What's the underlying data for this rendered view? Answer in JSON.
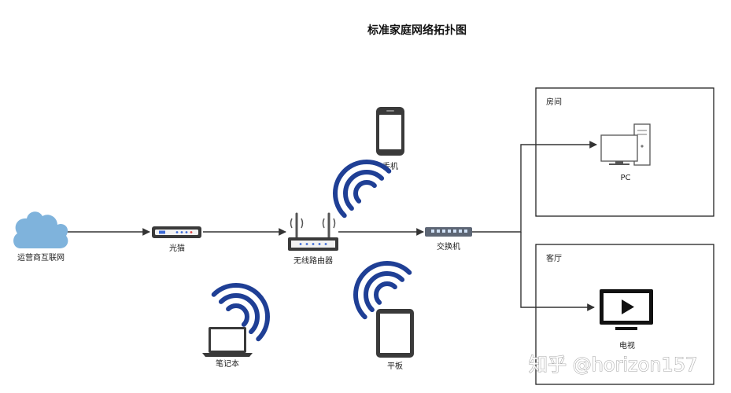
{
  "diagram": {
    "title": "标准家庭网络拓扑图",
    "nodes": {
      "isp": "运营商互联网",
      "modem": "光猫",
      "router": "无线路由器",
      "switch": "交换机",
      "phone": "手机",
      "laptop": "笔记本",
      "tablet": "平板",
      "pc": "PC",
      "tv": "电视"
    },
    "rooms": {
      "room1": "房间",
      "room2": "客厅"
    },
    "edges": [
      {
        "from": "isp",
        "to": "modem"
      },
      {
        "from": "modem",
        "to": "router"
      },
      {
        "from": "router",
        "to": "switch"
      },
      {
        "from": "switch",
        "to": "pc"
      },
      {
        "from": "switch",
        "to": "tv"
      }
    ],
    "wireless_links": [
      {
        "from": "router",
        "to": "phone"
      },
      {
        "from": "router",
        "to": "laptop"
      },
      {
        "from": "router",
        "to": "tablet"
      }
    ]
  },
  "watermark": "知乎 @horizon157",
  "colors": {
    "cloud": "#7fb3dc",
    "wifi_arc": "#1f3f95",
    "device_dark": "#3a3a3a",
    "switch_body": "#5d6675",
    "edge": "#333333"
  }
}
